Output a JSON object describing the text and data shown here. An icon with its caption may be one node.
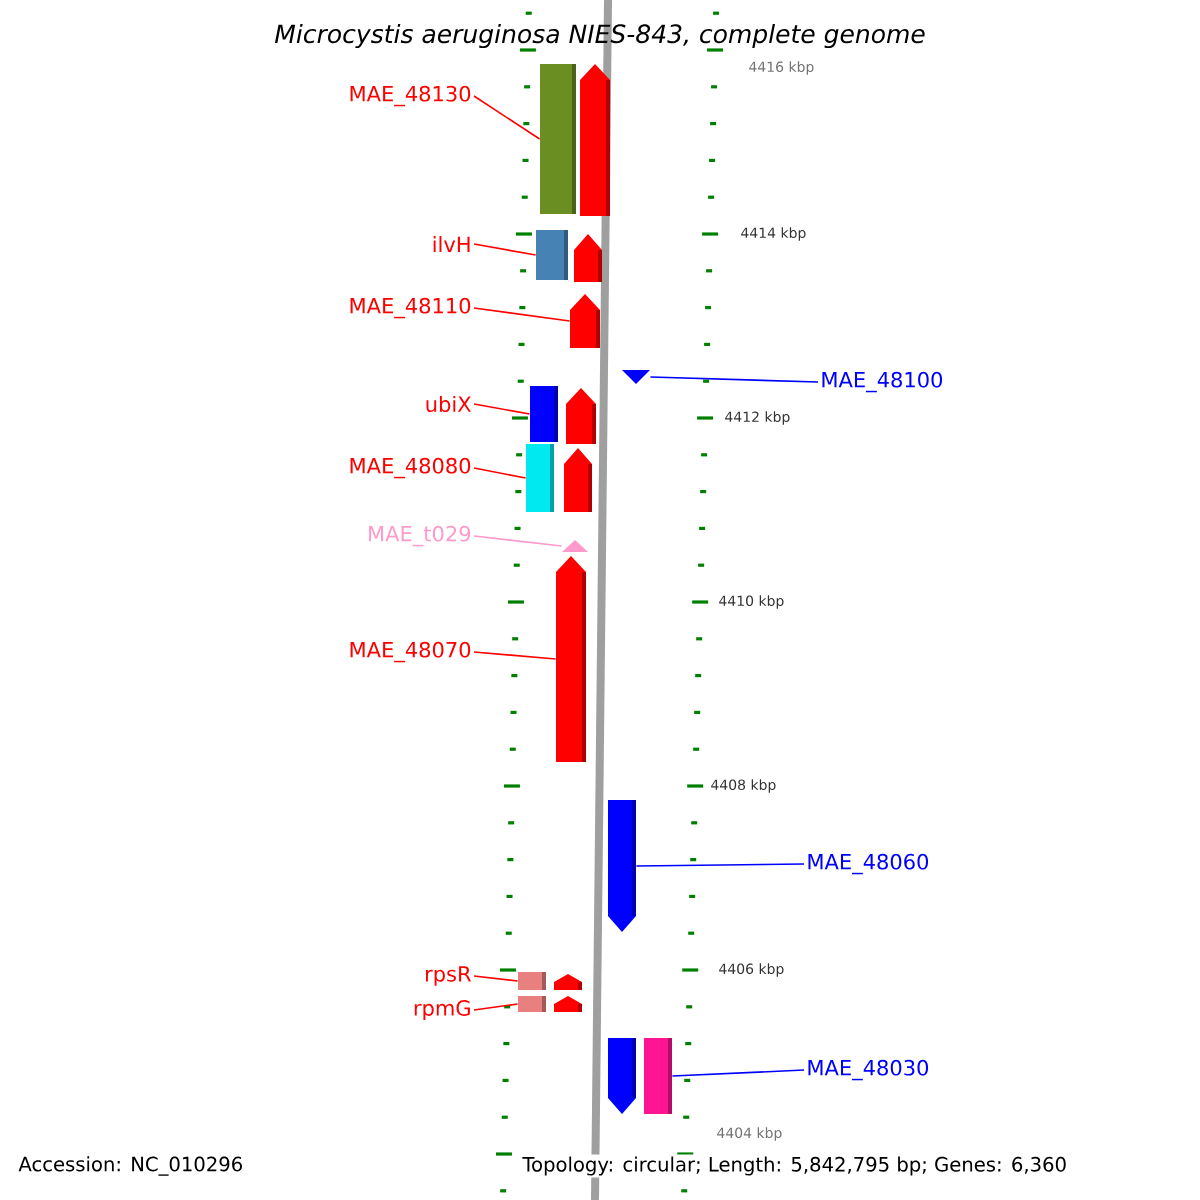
{
  "diagram": {
    "title": "Microcystis aeruginosa NIES-843, complete genome",
    "nodes": [
      {
        "text": [
          "MAE_48130"
        ]
      },
      {
        "text": [
          "ilvH"
        ]
      },
      {
        "text": [
          "MAE_48110"
        ]
      },
      {
        "text": [
          "MAE_48100"
        ]
      },
      {
        "text": [
          "ubiX"
        ]
      },
      {
        "text": [
          "MAE_48080"
        ]
      },
      {
        "text": [
          "MAE_t029"
        ]
      },
      {
        "text": [
          "MAE_48070"
        ]
      },
      {
        "text": [
          "MAE_48060"
        ]
      },
      {
        "text": [
          "rpsR"
        ]
      },
      {
        "text": [
          "rpmG"
        ]
      },
      {
        "text": [
          "MAE_48030"
        ]
      },
      {
        "text": [],
        "shape": "pentagon"
      },
      {
        "text": [],
        "shape": "pentagon"
      },
      {
        "text": [],
        "shape": "pentagon"
      },
      {
        "text": [],
        "shape": "triangle"
      },
      {
        "text": [],
        "shape": "pentagon"
      },
      {
        "text": [],
        "shape": "pentagon"
      },
      {
        "text": [],
        "shape": "triangle"
      },
      {
        "text": [],
        "shape": "pentagon"
      },
      {
        "text": [],
        "shape": "pentagon"
      },
      {
        "text": [],
        "shape": "pentagon"
      },
      {
        "text": [],
        "shape": "pentagon"
      },
      {
        "text": [],
        "shape": "pentagon"
      },
      {
        "text": [],
        "shape": "box"
      },
      {
        "text": [],
        "shape": "box"
      },
      {
        "text": [],
        "shape": "box"
      },
      {
        "text": [],
        "shape": "box"
      },
      {
        "text": [],
        "shape": "box"
      },
      {
        "text": [],
        "shape": "box"
      },
      {
        "text": [],
        "shape": "box"
      }
    ],
    "edges": [
      {
        "from": 0,
        "to": 24,
        "arrow": "none"
      },
      {
        "from": 1,
        "to": 25,
        "arrow": "none"
      },
      {
        "from": 2,
        "to": 14,
        "arrow": "none"
      },
      {
        "from": 3,
        "to": 15,
        "arrow": "none",
        "color": "#0000ff"
      },
      {
        "from": 4,
        "to": 26,
        "arrow": "none"
      },
      {
        "from": 5,
        "to": 27,
        "arrow": "none"
      },
      {
        "from": 6,
        "to": 18,
        "arrow": "none",
        "color": "#ff99cc"
      },
      {
        "from": 7,
        "to": 19,
        "arrow": "none"
      },
      {
        "from": 8,
        "to": 20,
        "arrow": "none",
        "color": "#0000ff"
      },
      {
        "from": 9,
        "to": 28,
        "arrow": "none"
      },
      {
        "from": 10,
        "to": 29,
        "arrow": "none"
      },
      {
        "from": 11,
        "to": 30,
        "arrow": "none",
        "color": "#0000ff"
      }
    ],
    "labels": [
      "4416 kbp",
      "4414 kbp",
      "4412 kbp",
      "4410 kbp",
      "4408 kbp",
      "4406 kbp",
      "4404 kbp",
      "Accession: NC_010296",
      "Topology: circular; Length: 5,842,795 bp; Genes: 6,360"
    ]
  }
}
